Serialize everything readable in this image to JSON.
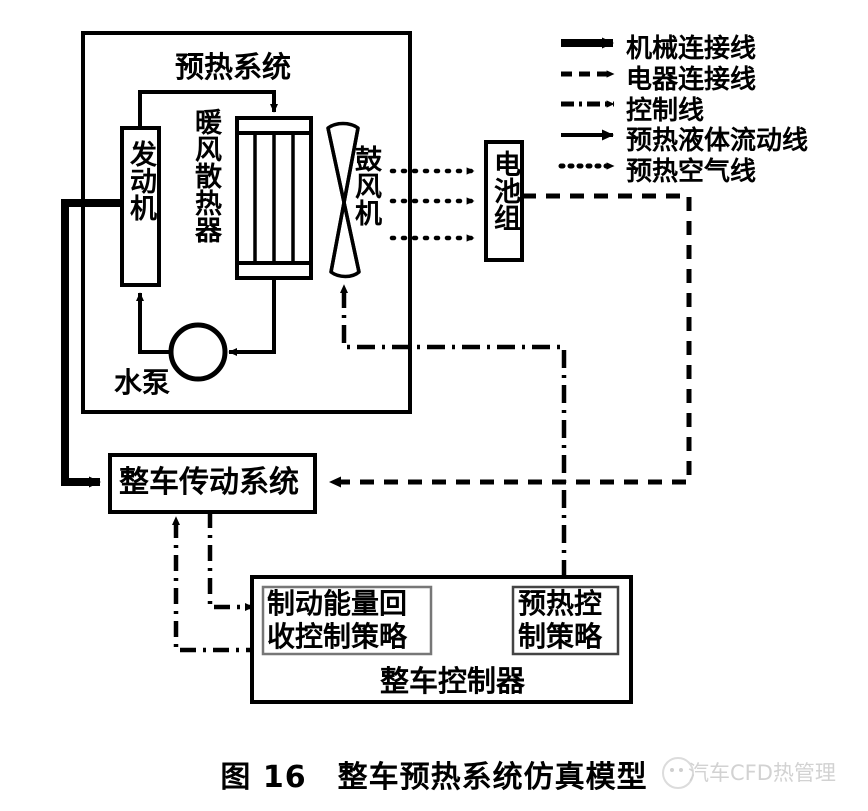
{
  "figure": {
    "caption": "图 16　整车预热系统仿真模型",
    "watermark": "汽车CFD热管理"
  },
  "preheat_system": {
    "title": "预热系统",
    "engine": "发动机",
    "heater_core": "暖风散热器",
    "blower": "鼓风机",
    "water_pump": "水泵"
  },
  "battery": {
    "label": "电池组"
  },
  "driveline": {
    "label": "整车传动系统"
  },
  "controller": {
    "label": "整车控制器",
    "braking_strategy": "制动能量回收控制策略",
    "braking_strategy_line1": "制动能量回",
    "braking_strategy_line2": "收控制策略",
    "preheat_strategy": "预热控制策略",
    "preheat_strategy_line1": "预热控",
    "preheat_strategy_line2": "制策略"
  },
  "legend": {
    "items": [
      {
        "style": "thick-solid-arrow",
        "label": "机械连接线"
      },
      {
        "style": "dashed-arrow",
        "label": "电器连接线"
      },
      {
        "style": "dashdot-arrow",
        "label": "控制线"
      },
      {
        "style": "thin-solid-arrow",
        "label": "预热液体流动线"
      },
      {
        "style": "dotted-arrow",
        "label": "预热空气线"
      }
    ]
  },
  "colors": {
    "line": "#000000",
    "background": "#ffffff",
    "watermark": "#d2d2d2"
  }
}
